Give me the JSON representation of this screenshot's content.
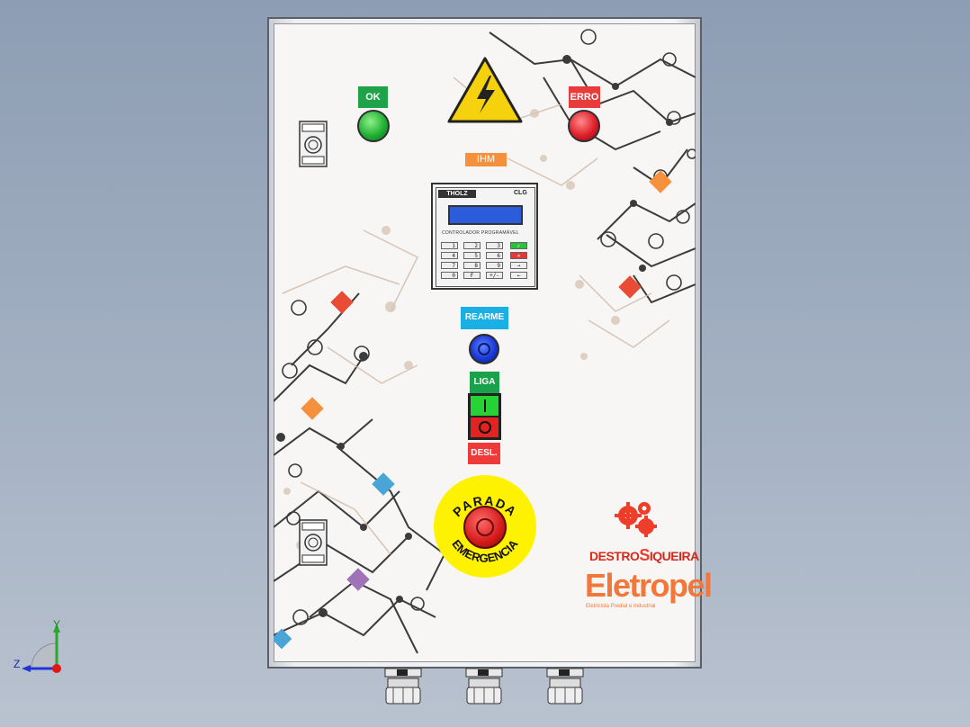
{
  "panel": {
    "ok_label": "OK",
    "erro_label": "ERRO",
    "ihm_label": "IHM",
    "rearme_label": "REARME",
    "liga_label": "LIGA",
    "desl_label": "DESL.",
    "estop_top": "PARADA",
    "estop_bottom": "EMERGENCIA"
  },
  "ihm": {
    "brand": "THOLZ",
    "model": "CLG",
    "subtitle": "CONTROLADOR PROGRAMÁVEL",
    "keys": [
      "1",
      "2",
      "3",
      "4",
      "5",
      "6",
      "7",
      "8",
      "9",
      "0",
      "F",
      "+/-"
    ],
    "fn_keys": [
      "✓",
      "✕",
      "→",
      "←"
    ]
  },
  "logo": {
    "line1": "DESTRO",
    "line1b": "IQUEIRA",
    "line2": "Eletropel",
    "tagline": "Eletricista Predial e Industrial"
  },
  "axes": {
    "y": "Y",
    "z": "Z"
  },
  "colors": {
    "ok_green": "#1fa34a",
    "erro_red": "#e83c3c",
    "ihm_orange": "#f5913c",
    "rearme_blue": "#1ab0e6",
    "liga_green": "#1aa14b",
    "desl_red": "#ef3a3a",
    "estop_yellow": "#fff200",
    "logo_red": "#ee3e2b",
    "logo_orange": "#f1773a"
  }
}
